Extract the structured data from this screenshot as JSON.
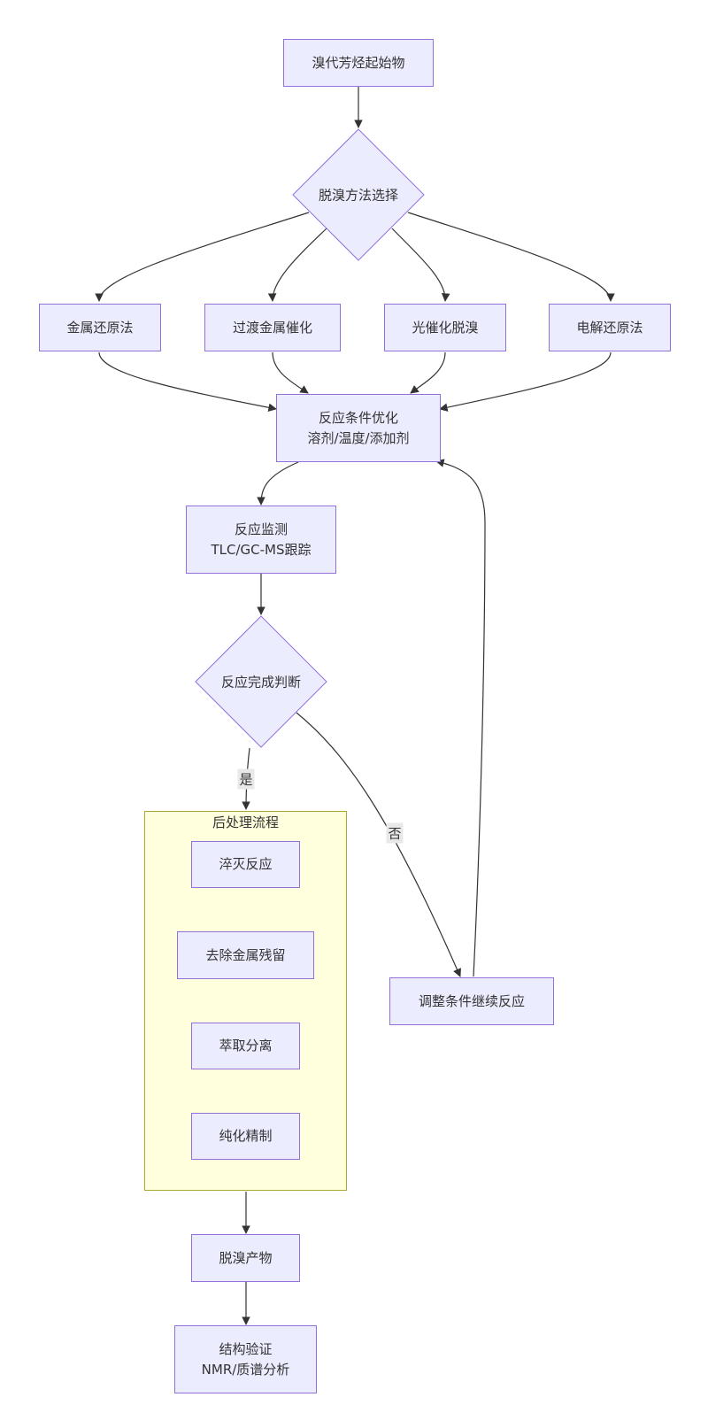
{
  "nodes": {
    "start": "溴代芳烃起始物",
    "choose": "脱溴方法选择",
    "m1": "金属还原法",
    "m2": "过渡金属催化",
    "m3": "光催化脱溴",
    "m4": "电解还原法",
    "opt_line1": "反应条件优化",
    "opt_line2": "溶剂/温度/添加剂",
    "mon_line1": "反应监测",
    "mon_line2": "TLC/GC-MS跟踪",
    "check": "反应完成判断",
    "adjust": "调整条件继续反应",
    "q1": "淬灭反应",
    "q2": "去除金属残留",
    "q3": "萃取分离",
    "q4": "纯化精制",
    "product": "脱溴产物",
    "ver_line1": "结构验证",
    "ver_line2": "NMR/质谱分析"
  },
  "cluster": {
    "title": "后处理流程"
  },
  "edges": {
    "yes": "是",
    "no": "否"
  },
  "colors": {
    "node_fill": "#ECECFF",
    "node_stroke": "#9370DB",
    "cluster_fill": "#ffffde",
    "cluster_stroke": "#aaaa33",
    "edge": "#333333",
    "text": "#333333"
  }
}
